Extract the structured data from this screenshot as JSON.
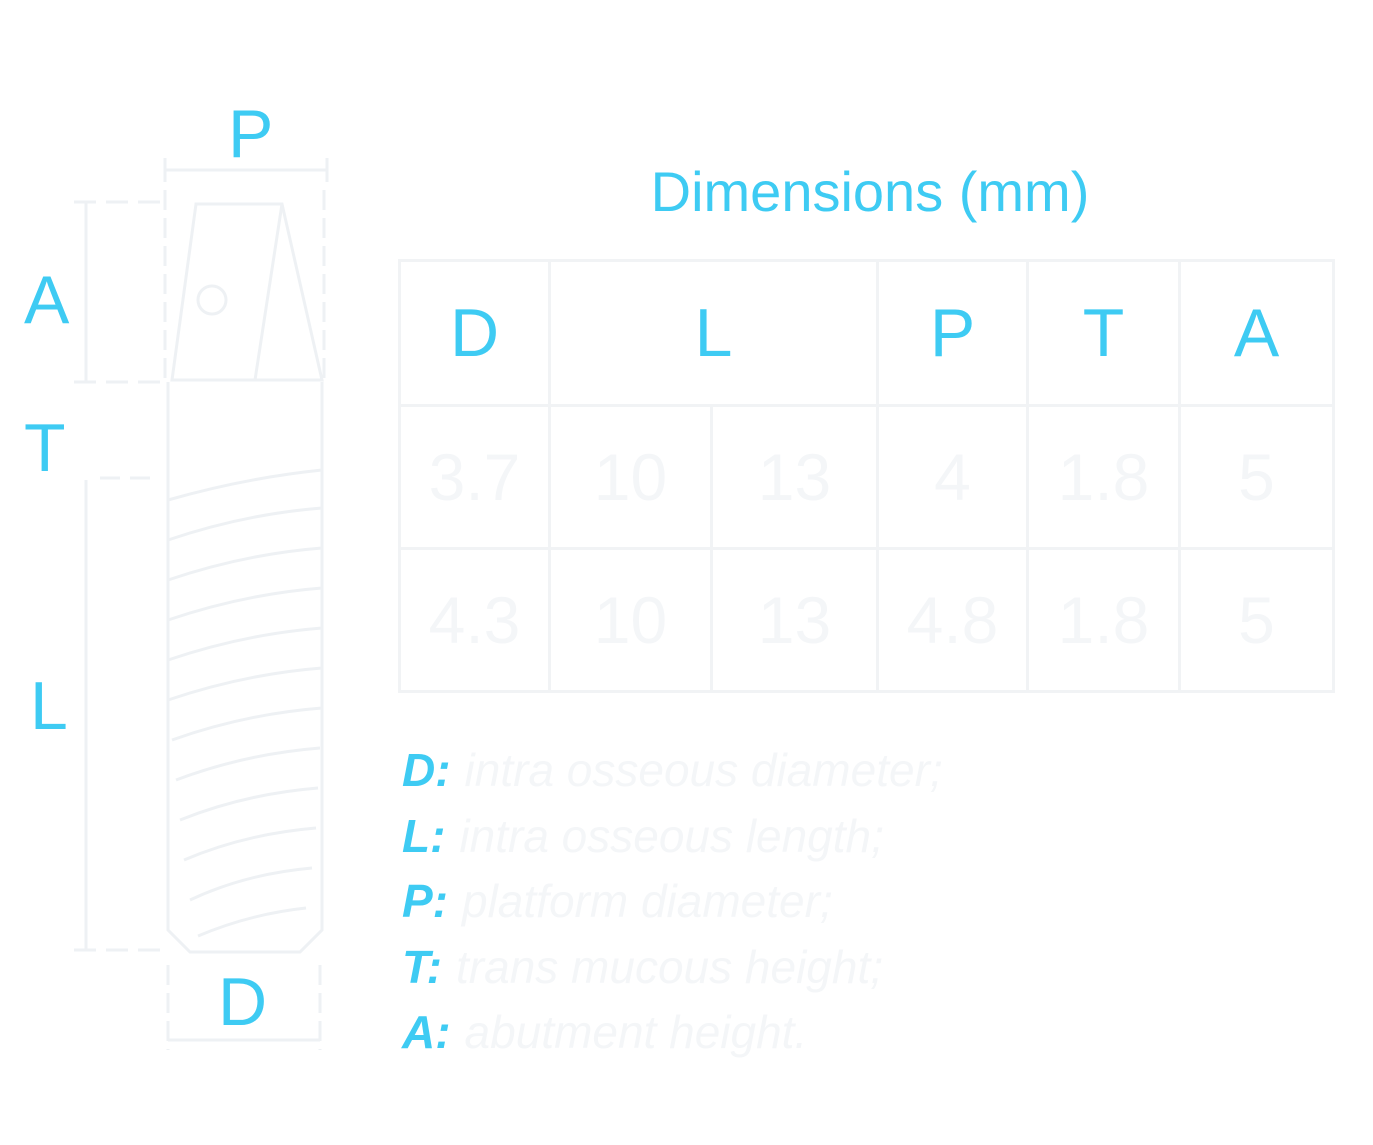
{
  "diagram": {
    "labels": {
      "p": "P",
      "a": "A",
      "t": "T",
      "l": "L",
      "d": "D"
    }
  },
  "table": {
    "title": "Dimensions (mm)",
    "headers": {
      "d": "D",
      "l": "L",
      "p": "P",
      "t": "T",
      "a": "A"
    },
    "rows": [
      {
        "d": "3.7",
        "l1": "10",
        "l2": "13",
        "p": "4",
        "t": "1.8",
        "a": "5"
      },
      {
        "d": "4.3",
        "l1": "10",
        "l2": "13",
        "p": "4.8",
        "t": "1.8",
        "a": "5"
      }
    ]
  },
  "legend": [
    {
      "key": "D:",
      "text": "intra osseous diameter;"
    },
    {
      "key": "L:",
      "text": "intra osseous length;"
    },
    {
      "key": "P:",
      "text": "platform diameter;"
    },
    {
      "key": "T:",
      "text": "trans mucous height;"
    },
    {
      "key": "A:",
      "text": "abutment height."
    }
  ],
  "colors": {
    "accent": "#3ecbf3",
    "faint": "#f1f3f5"
  }
}
